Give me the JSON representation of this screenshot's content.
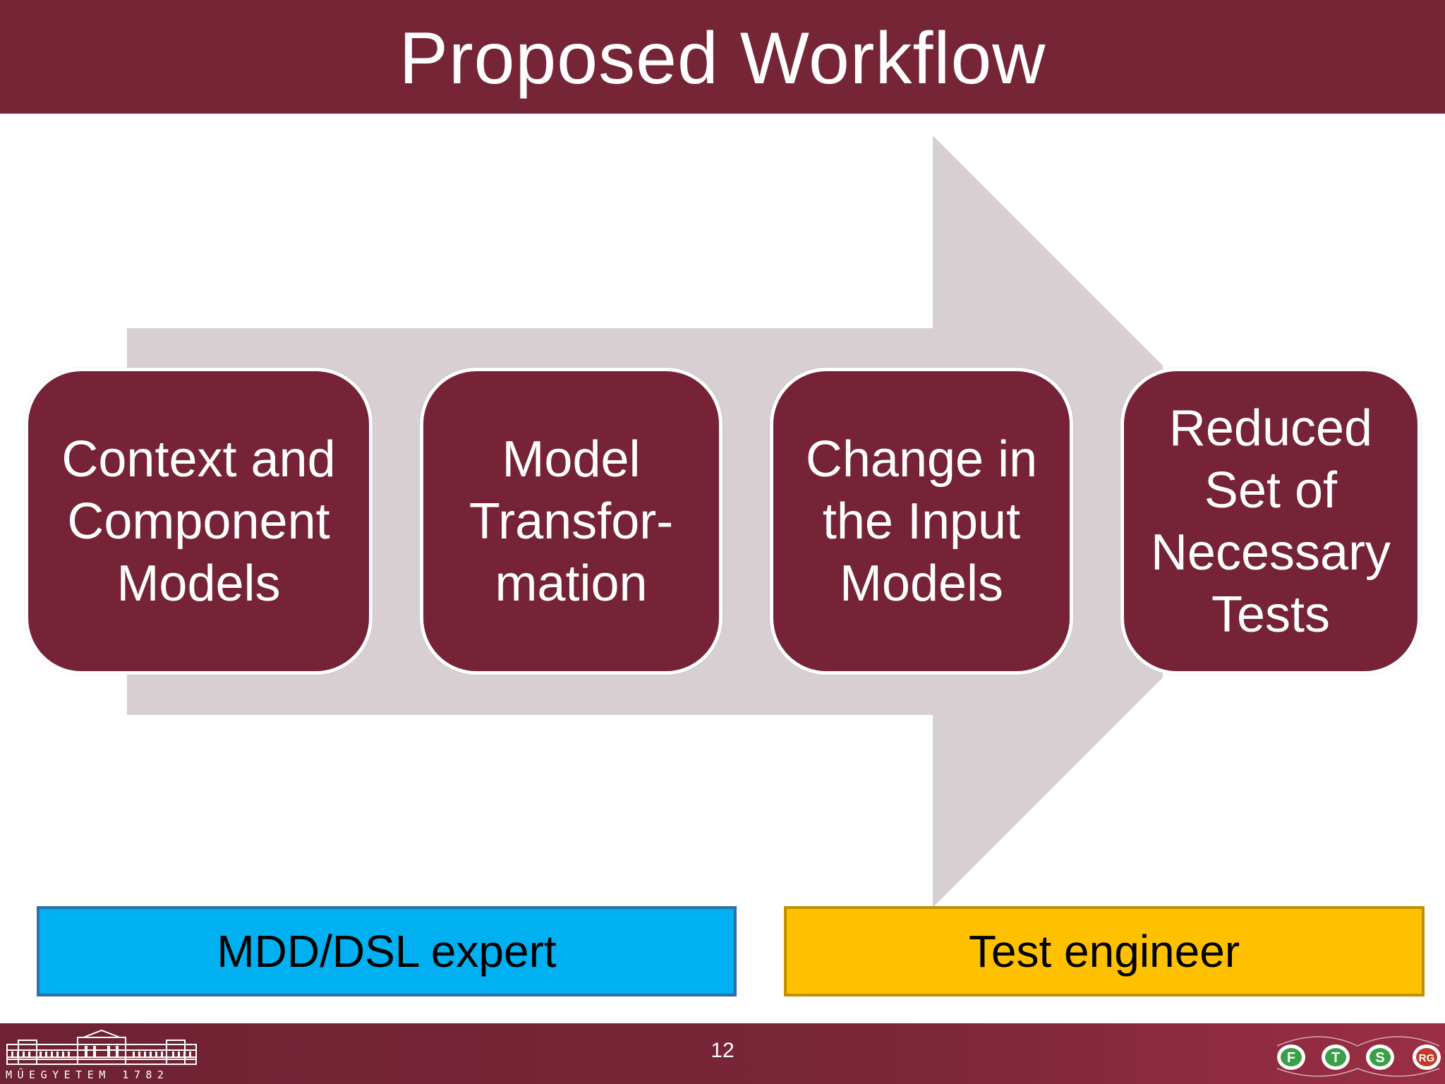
{
  "slide": {
    "title": "Proposed Workflow",
    "page_number": "12"
  },
  "workflow": {
    "steps": [
      {
        "label": "Context and\nComponent\nModels"
      },
      {
        "label": "Model\nTransfor-\nmation"
      },
      {
        "label": "Change in\nthe Input\nModels"
      },
      {
        "label": "Reduced\nSet of\nNecessary\nTests"
      }
    ]
  },
  "roles": [
    {
      "label": "MDD/DSL expert",
      "color": "#00b0f0"
    },
    {
      "label": "Test engineer",
      "color": "#ffc000"
    }
  ],
  "footer": {
    "university_caption": "MŰEGYETEM 1782",
    "group_logo_letters": [
      "F",
      "T",
      "S",
      "RG"
    ]
  },
  "colors": {
    "brand": "#762537",
    "step_fill": "#762337",
    "arrow_fill": "#d7cfd1"
  }
}
